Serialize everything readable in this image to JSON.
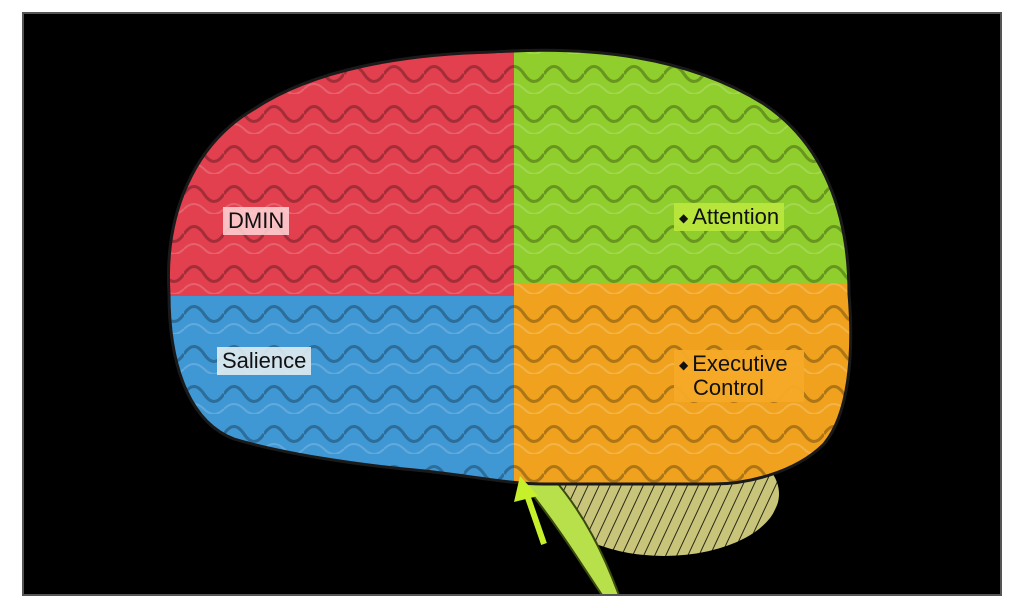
{
  "regions": [
    {
      "key": "dmn",
      "label": "DMIN",
      "color": "#e2404f"
    },
    {
      "key": "salience",
      "label": "Salience",
      "color": "#3f97d4"
    },
    {
      "key": "attention",
      "label": "Attention",
      "color": "#8fce2c"
    },
    {
      "key": "executive",
      "label_line1": "Executive",
      "label_line2": "Control",
      "color": "#f0a21f"
    }
  ],
  "cerebellum_color": "#c8c47a",
  "stem_color": "#b7e04a",
  "background_color": "#000000",
  "icons": [
    "bullet-diamond-icon",
    "arrow-up-icon"
  ]
}
